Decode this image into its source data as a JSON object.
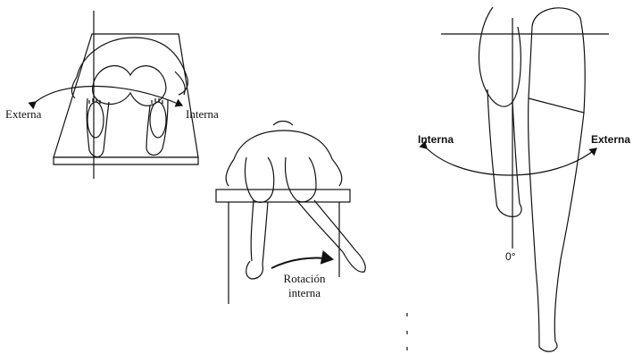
{
  "panel_prone": {
    "label_external": "Externa",
    "label_internal": "Interna"
  },
  "panel_seated": {
    "label_rotation_line1": "Rotación",
    "label_rotation_line2": "interna"
  },
  "panel_standing": {
    "label_internal": "Interna",
    "label_external": "Externa",
    "label_zero": "0°"
  },
  "colors": {
    "ink": "#111111",
    "background": "#ffffff"
  }
}
